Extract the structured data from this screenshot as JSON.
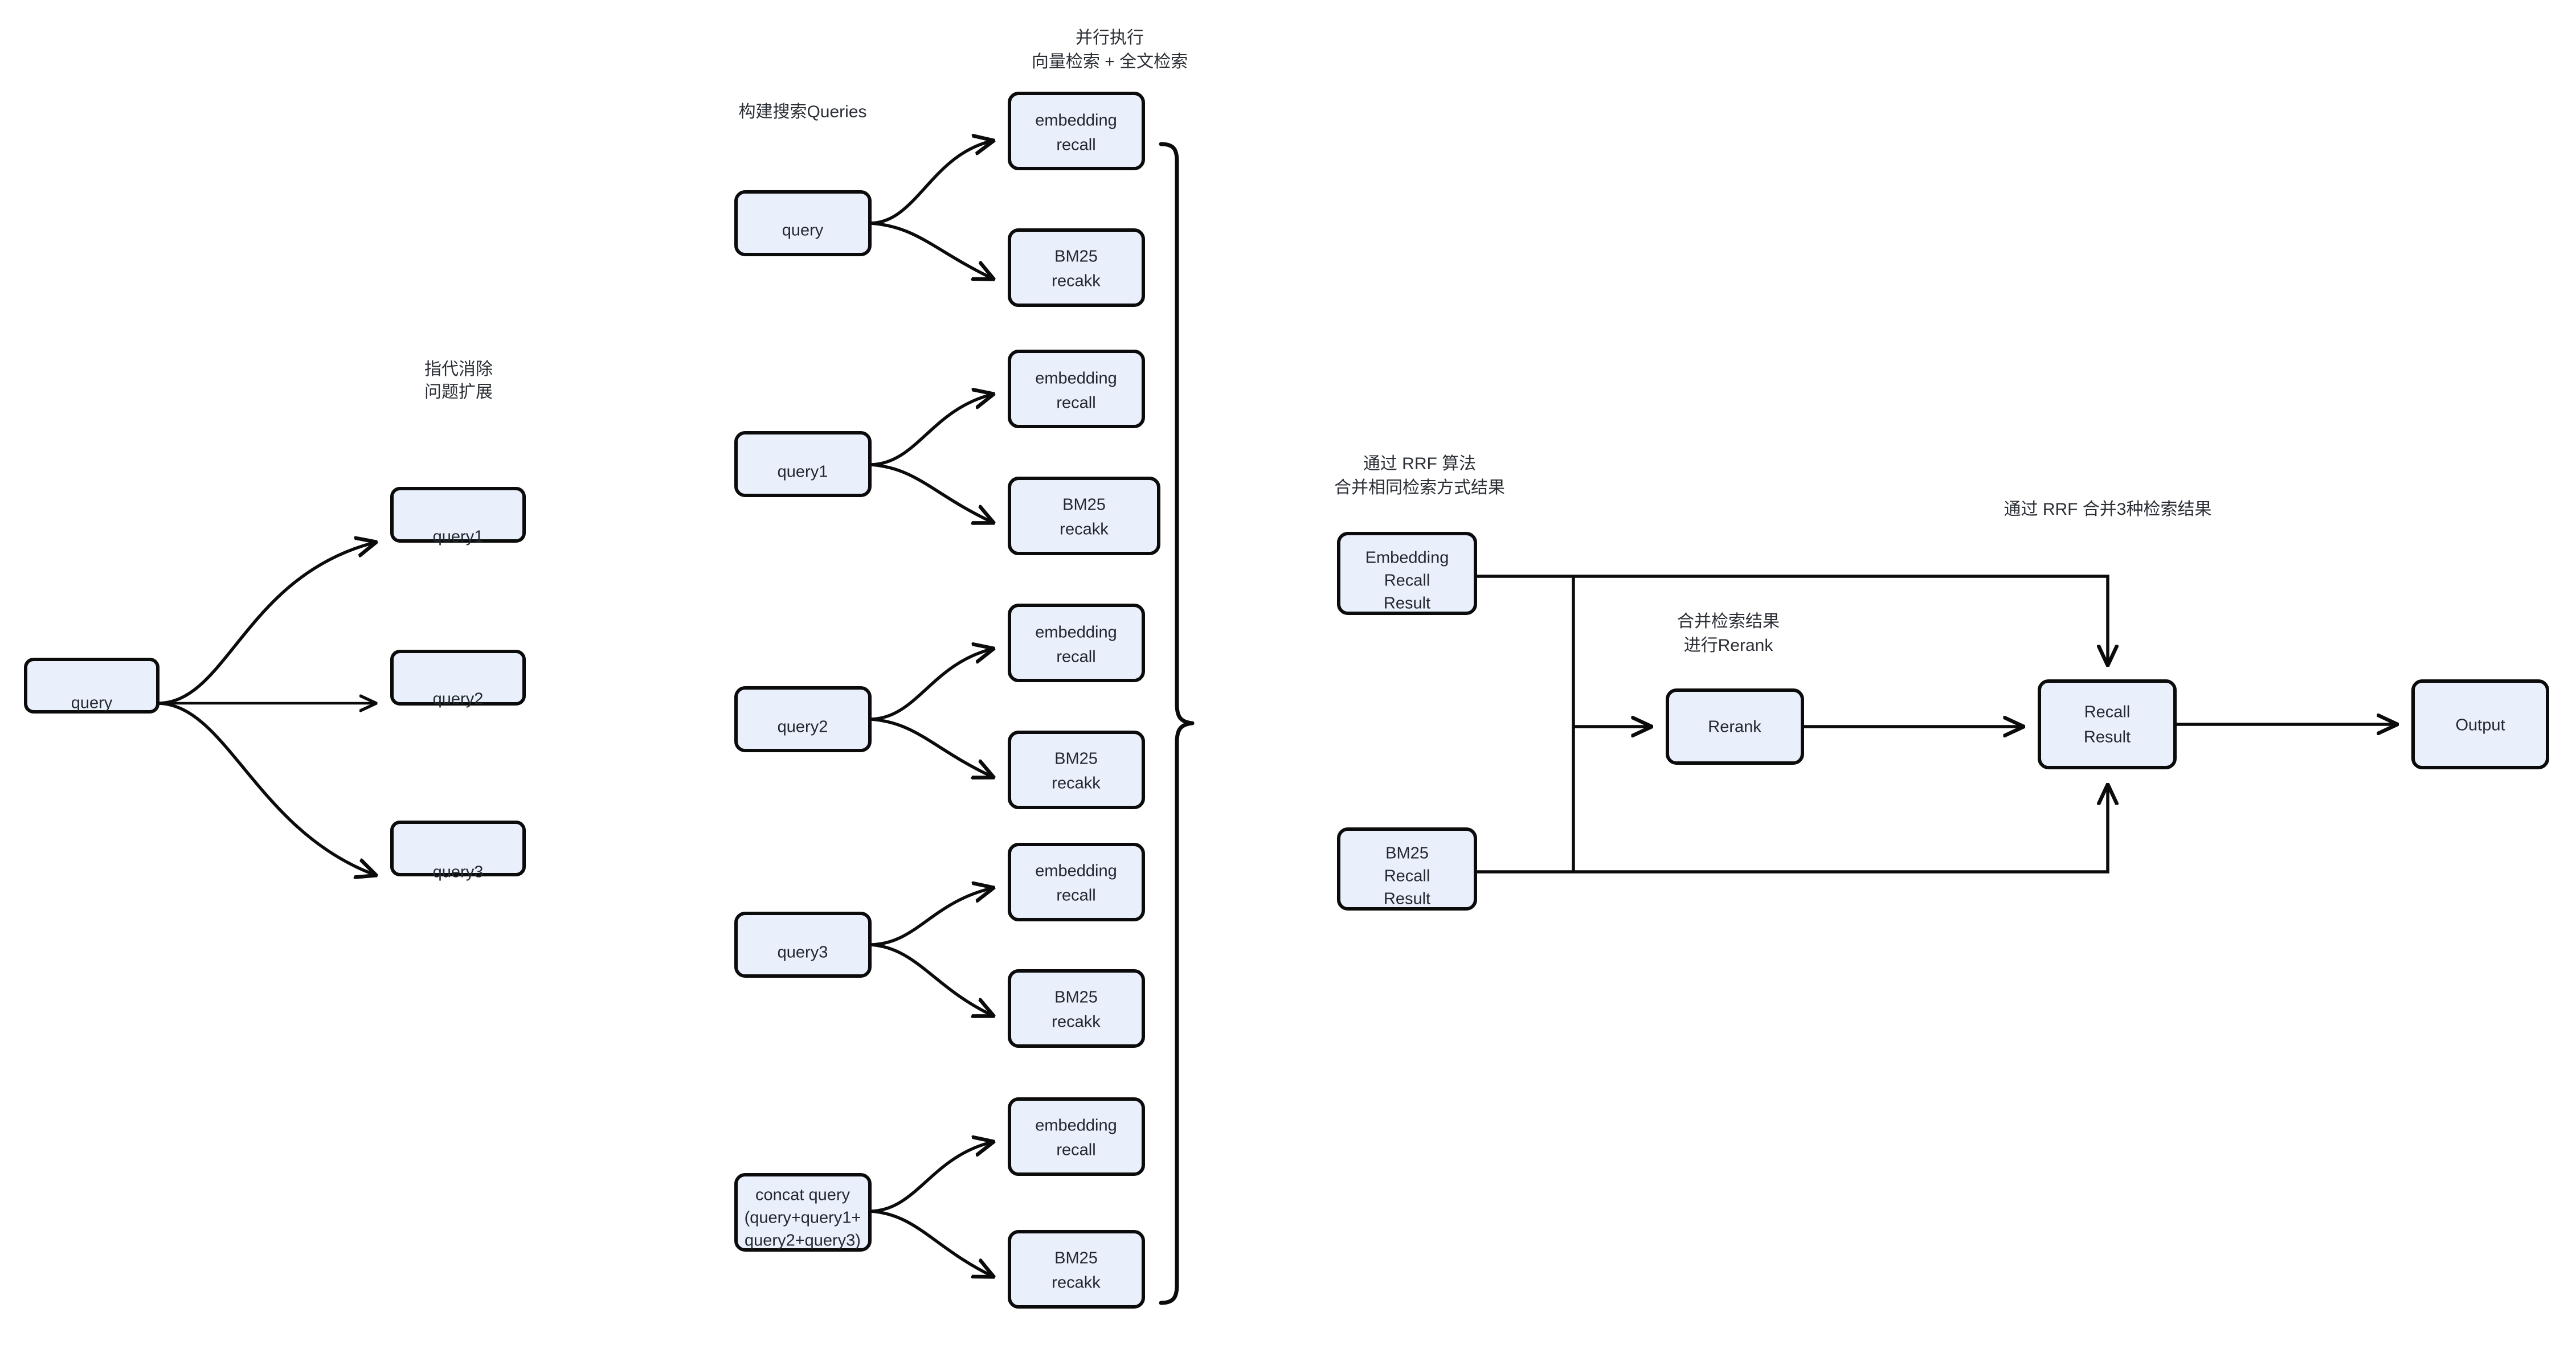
{
  "diagram": {
    "title": "RAG Hybrid Retrieval Pipeline",
    "background": "#ffffff",
    "node_fill": "#eaf0fb",
    "node_stroke": "#0b0b0b",
    "text_color": "#23272e"
  },
  "annotations": {
    "stage1": "指代消除\n问题扩展",
    "stage1_line1": "指代消除",
    "stage1_line2": "问题扩展",
    "stage2": "构建搜索Queries",
    "stage3_line1": "并行执行",
    "stage3_line2": "向量检索 + 全文检索",
    "stage4_line1": "通过 RRF 算法",
    "stage4_line2": "合并相同检索方式结果",
    "stage5_line1": "合并检索结果",
    "stage5_line2": "进行Rerank",
    "stage6": "通过 RRF 合并3种检索结果"
  },
  "nodes": {
    "source_query": "query",
    "expanded": [
      "query1",
      "query2",
      "query3"
    ],
    "search_queries": [
      {
        "label": "query"
      },
      {
        "label": "query1"
      },
      {
        "label": "query2"
      },
      {
        "label": "query3"
      },
      {
        "label": "concat query\n(query+query1+\nquery2+query3)",
        "lines": [
          "concat query",
          "(query+query1+",
          "query2+query3)"
        ]
      }
    ],
    "recall_pair": {
      "embedding_line1": "embedding",
      "embedding_line2": "recall",
      "bm25_line1": "BM25",
      "bm25_line2": "recakk"
    },
    "embedding_recall_result": [
      "Embedding",
      "Recall",
      "Result"
    ],
    "bm25_recall_result": [
      "BM25",
      "Recall",
      "Result"
    ],
    "rerank": "Rerank",
    "recall_result": [
      "Recall",
      "Result"
    ],
    "output": "Output"
  }
}
